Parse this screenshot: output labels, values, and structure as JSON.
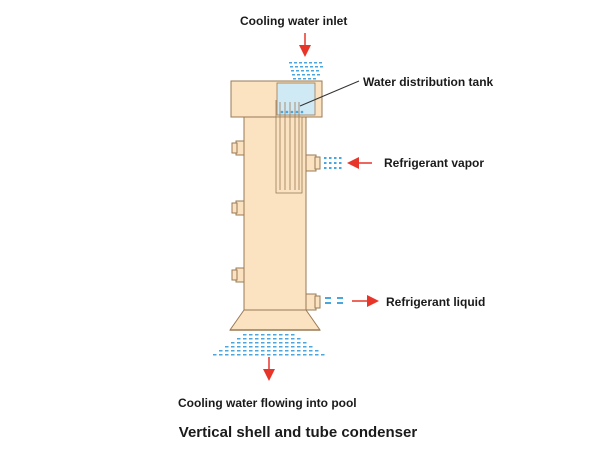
{
  "labels": {
    "cooling_water_inlet": "Cooling water inlet",
    "water_distribution_tank": "Water distribution tank",
    "refrigerant_vapor": "Refrigerant vapor",
    "refrigerant_liquid": "Refrigerant liquid",
    "cooling_water_outlet": "Cooling water flowing into pool"
  },
  "caption": "Vertical shell and tube condenser",
  "colors": {
    "shell_fill": "#fbe3c2",
    "shell_stroke": "#9a7a56",
    "water_fill": "#cfe9f5",
    "water_dots": "#4aa6df",
    "arrow": "#e8352a",
    "leader_line": "#333333"
  }
}
